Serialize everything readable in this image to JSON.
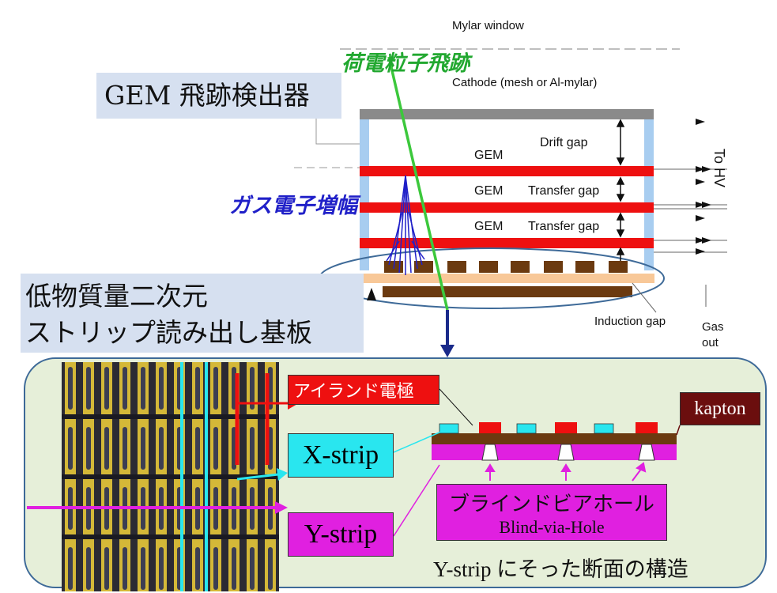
{
  "titles": {
    "gem_detector": "GEM 飛跡検出器",
    "strip_board_line1": "低物質量二次元",
    "strip_board_line2": "ストリップ読み出し基板"
  },
  "annotations": {
    "charged_track": "荷電粒子飛跡",
    "gas_amplification": "ガス電子増幅"
  },
  "gem_stack": {
    "mylar_window": "Mylar window",
    "cathode": "Cathode (mesh or Al-mylar)",
    "gem_labels": [
      "GEM",
      "GEM",
      "GEM"
    ],
    "drift_gap": "Drift gap",
    "transfer_gap": "Transfer gap",
    "induction_gap": "Induction gap",
    "to_hv": "To HV",
    "gas_out": "Gas\nout"
  },
  "strip_panel": {
    "island_electrode": "アイランド電極",
    "x_strip": "X-strip",
    "y_strip": "Y-strip",
    "kapton": "kapton",
    "blind_via_jp": "ブラインドビアホール",
    "blind_via_en": "Blind-via-Hole",
    "cross_section_title": "Y-strip にそった断面の構造"
  },
  "colors": {
    "gem_red": "#ee1010",
    "track_green": "#3cc83c",
    "gas_blue": "#2020c8",
    "x_strip_cyan": "#29e6ef",
    "y_strip_magenta": "#e020e0",
    "kapton_brown": "#6b0e0e",
    "panel_bg": "#e6efd9",
    "title_bg": "#d6e0f0"
  }
}
